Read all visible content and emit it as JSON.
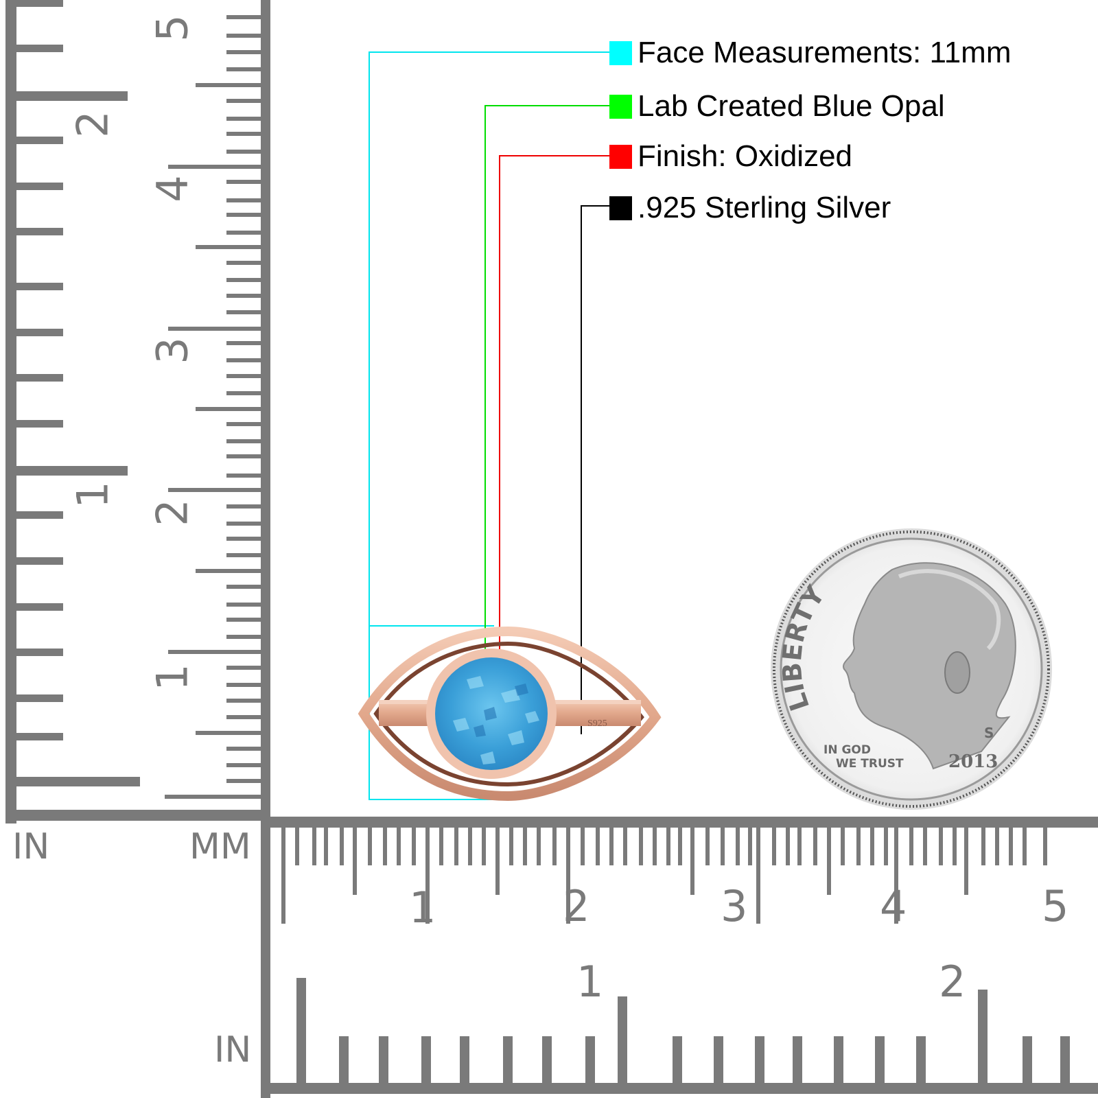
{
  "legend": {
    "items": [
      {
        "label": "Face Measurements: 11mm",
        "color": "#00ffff"
      },
      {
        "label": "Lab Created Blue Opal",
        "color": "#00ff00"
      },
      {
        "label": "Finish: Oxidized",
        "color": "#ff0000"
      },
      {
        "label": ".925 Sterling Silver",
        "color": "#000000"
      }
    ]
  },
  "rulers": {
    "color": "#7a7a7a",
    "left_unit_inch": "IN",
    "left_unit_mm": "MM",
    "bottom_unit_inch": "IN",
    "vertical_mm_labels": [
      "1",
      "2",
      "3",
      "4",
      "5"
    ],
    "vertical_inch_labels": [
      "1",
      "2"
    ],
    "horizontal_mm_labels": [
      "1",
      "2",
      "3",
      "4",
      "5"
    ],
    "horizontal_inch_labels": [
      "1",
      "2"
    ]
  },
  "ring": {
    "metal_color": "#e8b39a",
    "stone_color": "#3aa0d8",
    "stamp": "S925"
  },
  "coin": {
    "top_text": "LIBERTY",
    "motto_line1": "IN GOD",
    "motto_line2": "WE TRUST",
    "year": "2013",
    "mint_mark": "S"
  }
}
